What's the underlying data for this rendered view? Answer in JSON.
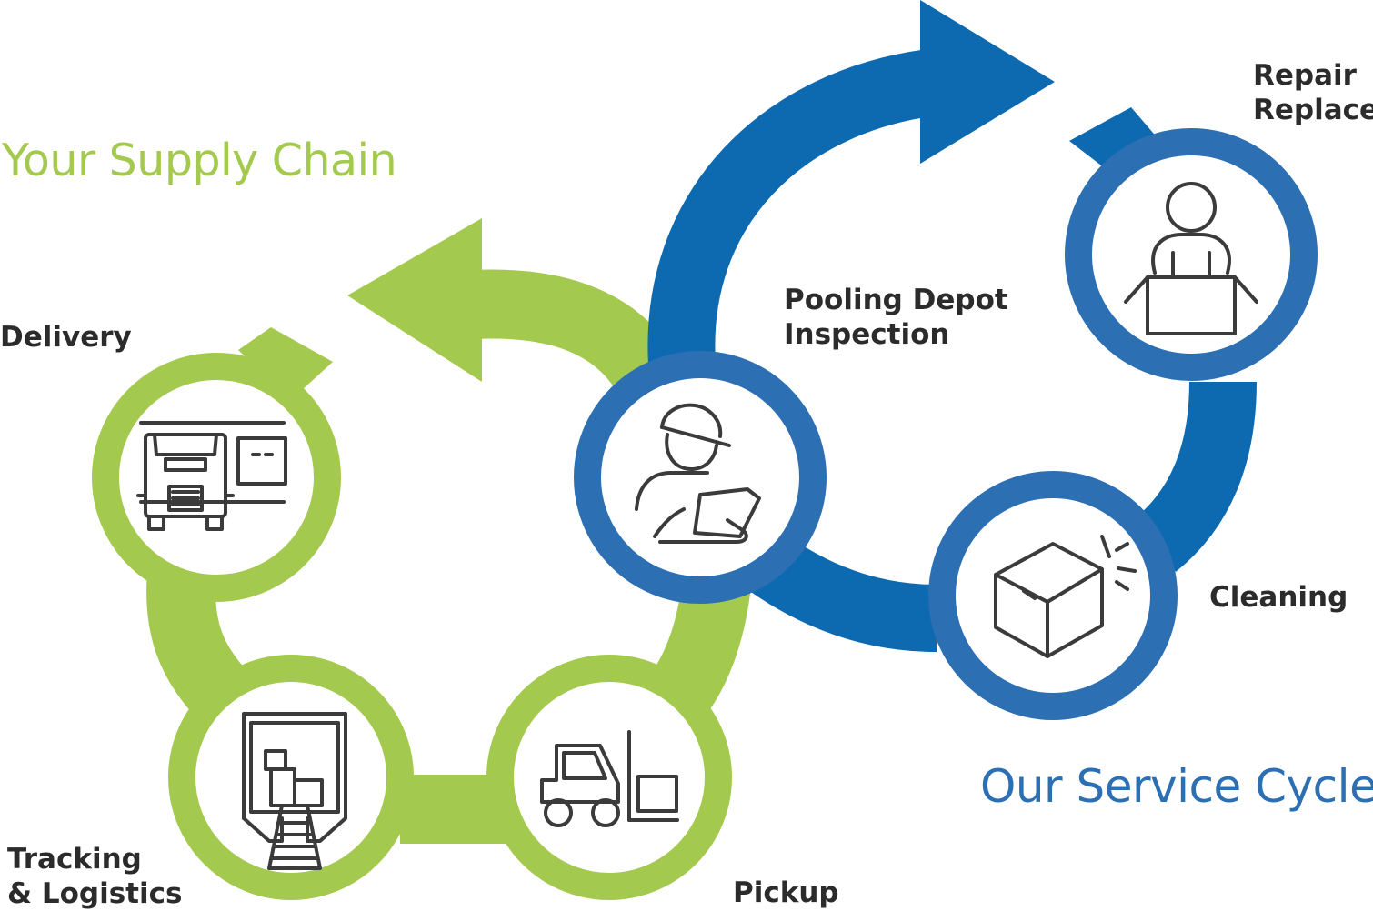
{
  "supply_chain": {
    "title": "Your Supply Chain",
    "color": "#a4c94f",
    "steps": [
      {
        "id": "delivery",
        "label_lines": [
          "Delivery"
        ],
        "icon": "truck-dock-icon"
      },
      {
        "id": "tracking",
        "label_lines": [
          "Tracking",
          "& Logistics"
        ],
        "icon": "loading-dock-icon"
      },
      {
        "id": "pickup",
        "label_lines": [
          "Pickup"
        ],
        "icon": "forklift-icon"
      }
    ]
  },
  "service_cycle": {
    "title": "Our Service Cycle",
    "color": "#0e6ab0",
    "ring_color": "#2c6fb3",
    "steps": [
      {
        "id": "inspection",
        "label_lines": [
          "Pooling Depot",
          "Inspection"
        ],
        "icon": "inspector-tablet-icon"
      },
      {
        "id": "repair",
        "label_lines": [
          "Repair",
          "Replace"
        ],
        "icon": "worker-box-icon"
      },
      {
        "id": "cleaning",
        "label_lines": [
          "Cleaning"
        ],
        "icon": "clean-box-icon"
      }
    ]
  }
}
